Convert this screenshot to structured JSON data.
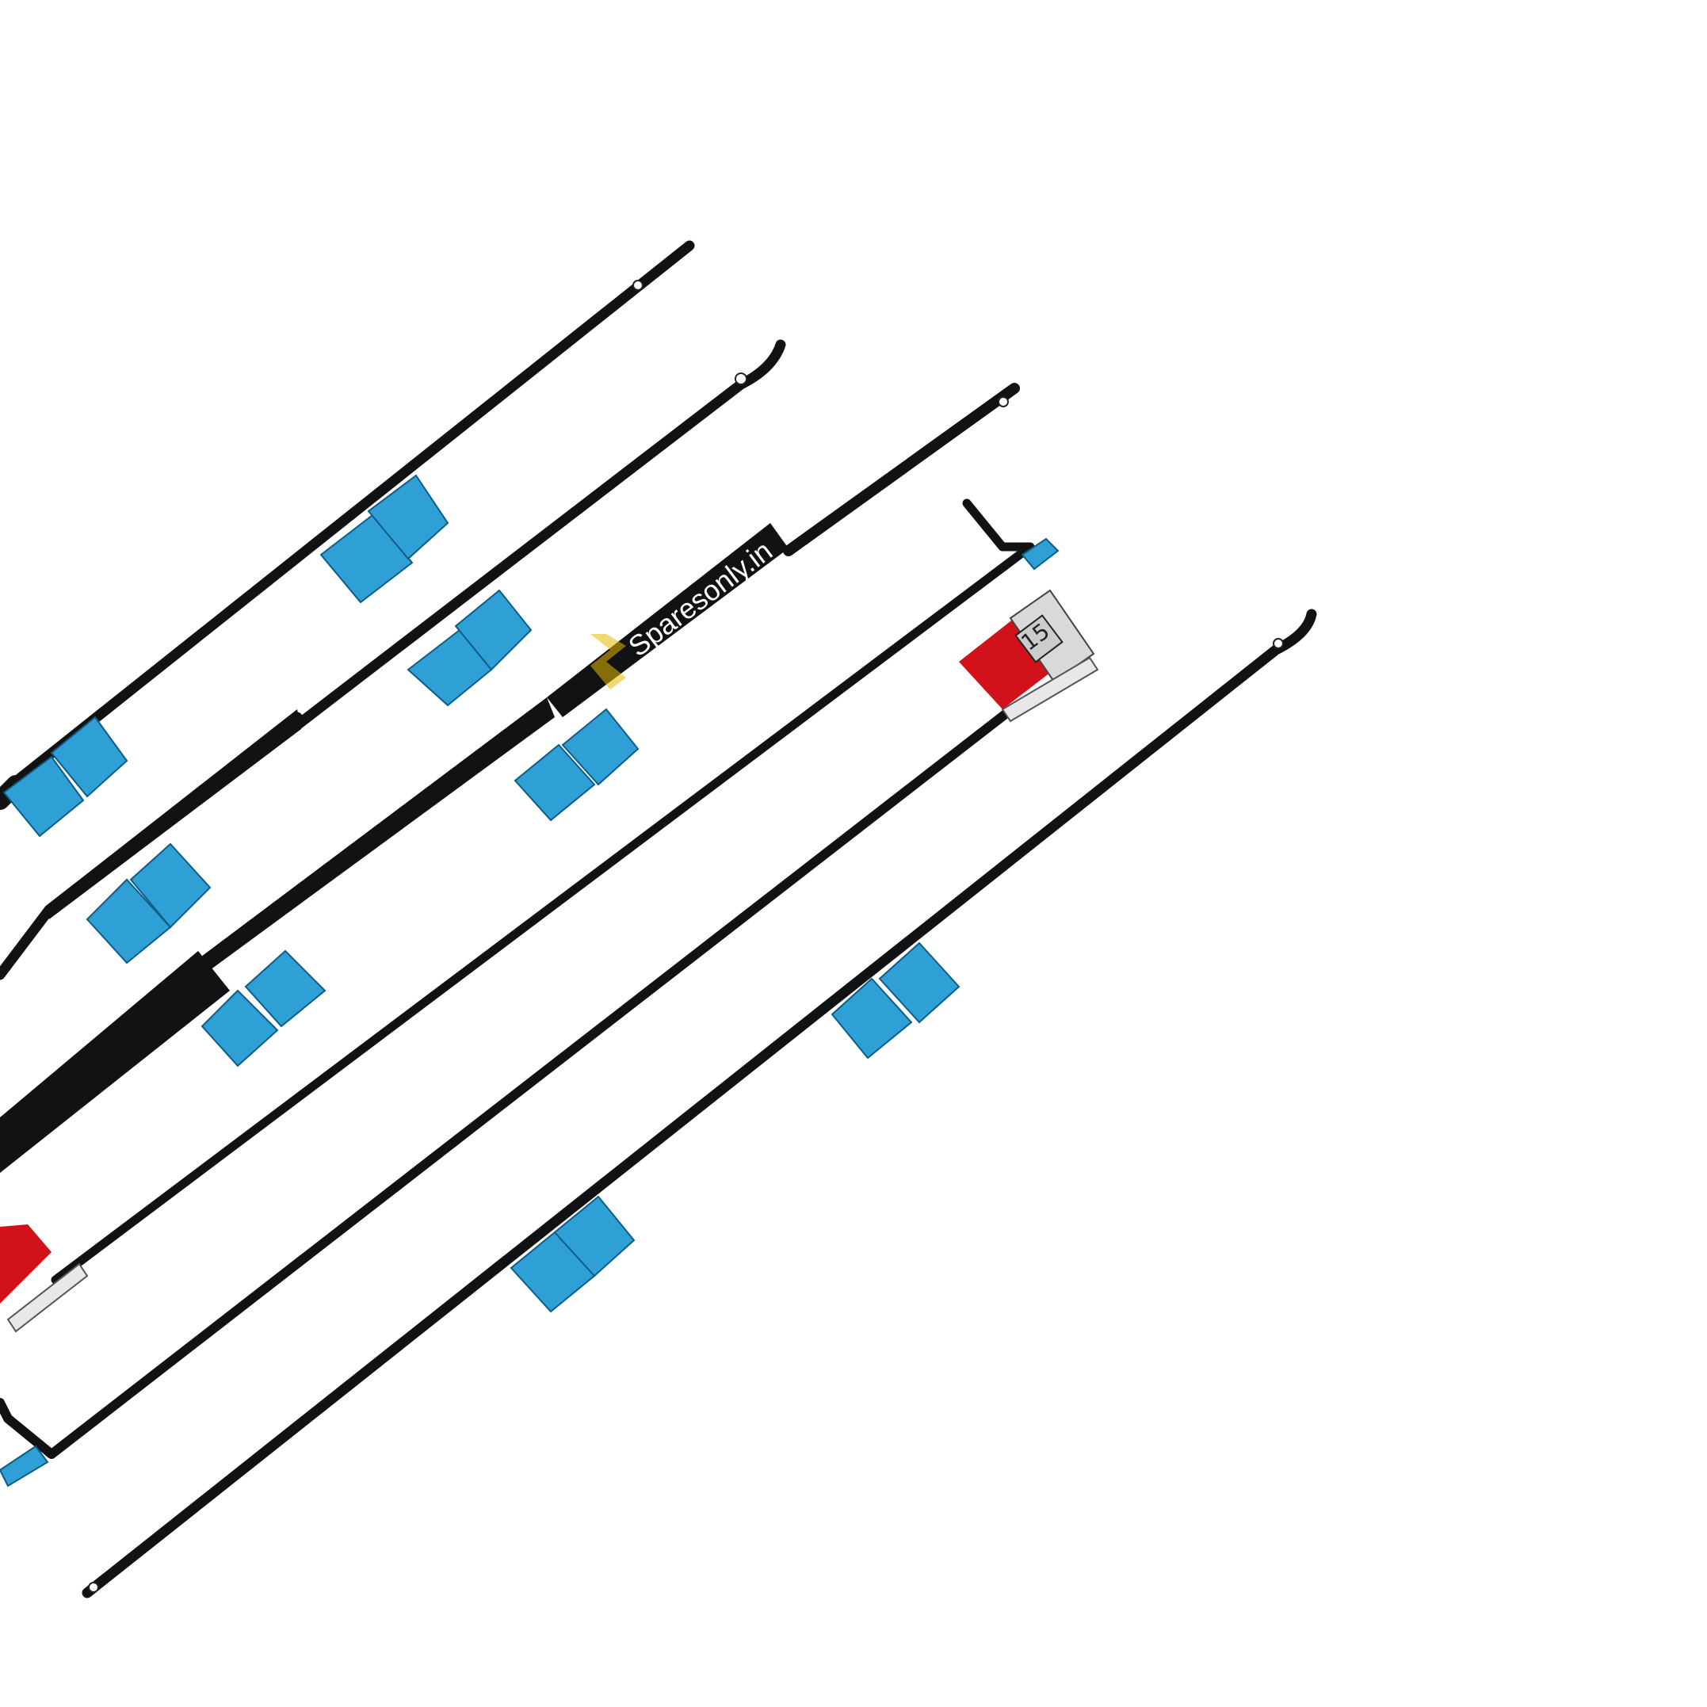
{
  "image": {
    "subject": "adhesive-strip-set",
    "background_color": "#ffffff",
    "strip_color": "#111213",
    "tab_color": "#2fa0d6",
    "red_tab_color": "#d1121b"
  },
  "watermark": {
    "text": "Sparesonly.in",
    "logo_color": "#e5b800"
  },
  "tag": {
    "number": "15"
  }
}
